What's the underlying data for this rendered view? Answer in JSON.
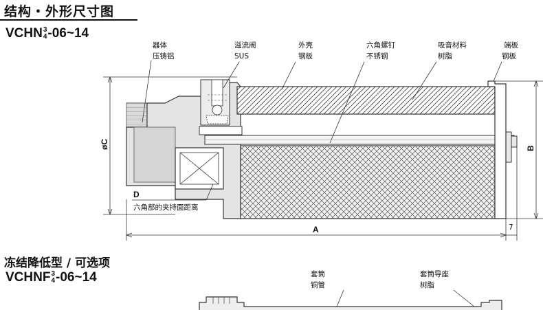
{
  "header": {
    "title": "结构・外形尺寸图"
  },
  "model1": {
    "prefix": "VCHN",
    "num": "3",
    "den": "4",
    "suffix": "-06~14"
  },
  "section2": {
    "title": "冻结降低型 ∕ 可选项"
  },
  "model2": {
    "prefix": "VCHNF",
    "num": "3",
    "den": "4",
    "suffix": "-06~14"
  },
  "labels": {
    "body_name": "器体",
    "body_mat": "压铸铝",
    "relief_name": "溢流阀",
    "relief_mat": "SUS",
    "shell_name": "外壳",
    "shell_mat": "钢板",
    "screw_name": "六角螺钉",
    "screw_mat": "不锈钢",
    "absorb_name": "吸音材料",
    "absorb_mat": "树脂",
    "endplate_name": "端板",
    "endplate_mat": "钢板",
    "sleeve_name": "套筒",
    "sleeve_mat": "铜管",
    "guide_name": "套筒导座",
    "guide_mat": "树脂"
  },
  "dims": {
    "C": "øC",
    "B": "B",
    "A": "A",
    "seven": "7",
    "D": "D",
    "D_note": "六角部的夹持面距离"
  }
}
